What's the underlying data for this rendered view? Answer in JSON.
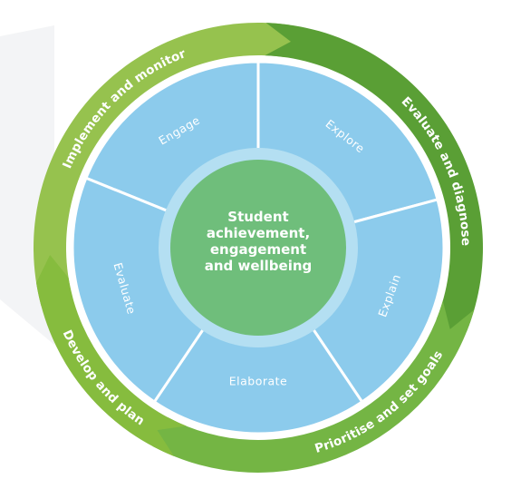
{
  "outer_ring": {
    "stages": [
      {
        "label": "Implement and monitor",
        "color": "#96c24e"
      },
      {
        "label": "Evaluate and diagnose",
        "color": "#5a9f35"
      },
      {
        "label": "Prioritise and set goals",
        "color": "#74b544"
      },
      {
        "label": "Develop and plan",
        "color": "#86bc3e"
      }
    ]
  },
  "inner_ring": {
    "color": "#8ccbec",
    "segments": [
      {
        "label": "Engage"
      },
      {
        "label": "Explore"
      },
      {
        "label": "Explain"
      },
      {
        "label": "Elaborate"
      },
      {
        "label": "Evaluate"
      }
    ]
  },
  "center": {
    "lines": [
      "Student",
      "achievement,",
      "engagement",
      "and wellbeing"
    ],
    "color": "#6fbe7b",
    "halo_color": "#b4dff2"
  },
  "background": {
    "shadow_color": "#f3f4f6"
  }
}
